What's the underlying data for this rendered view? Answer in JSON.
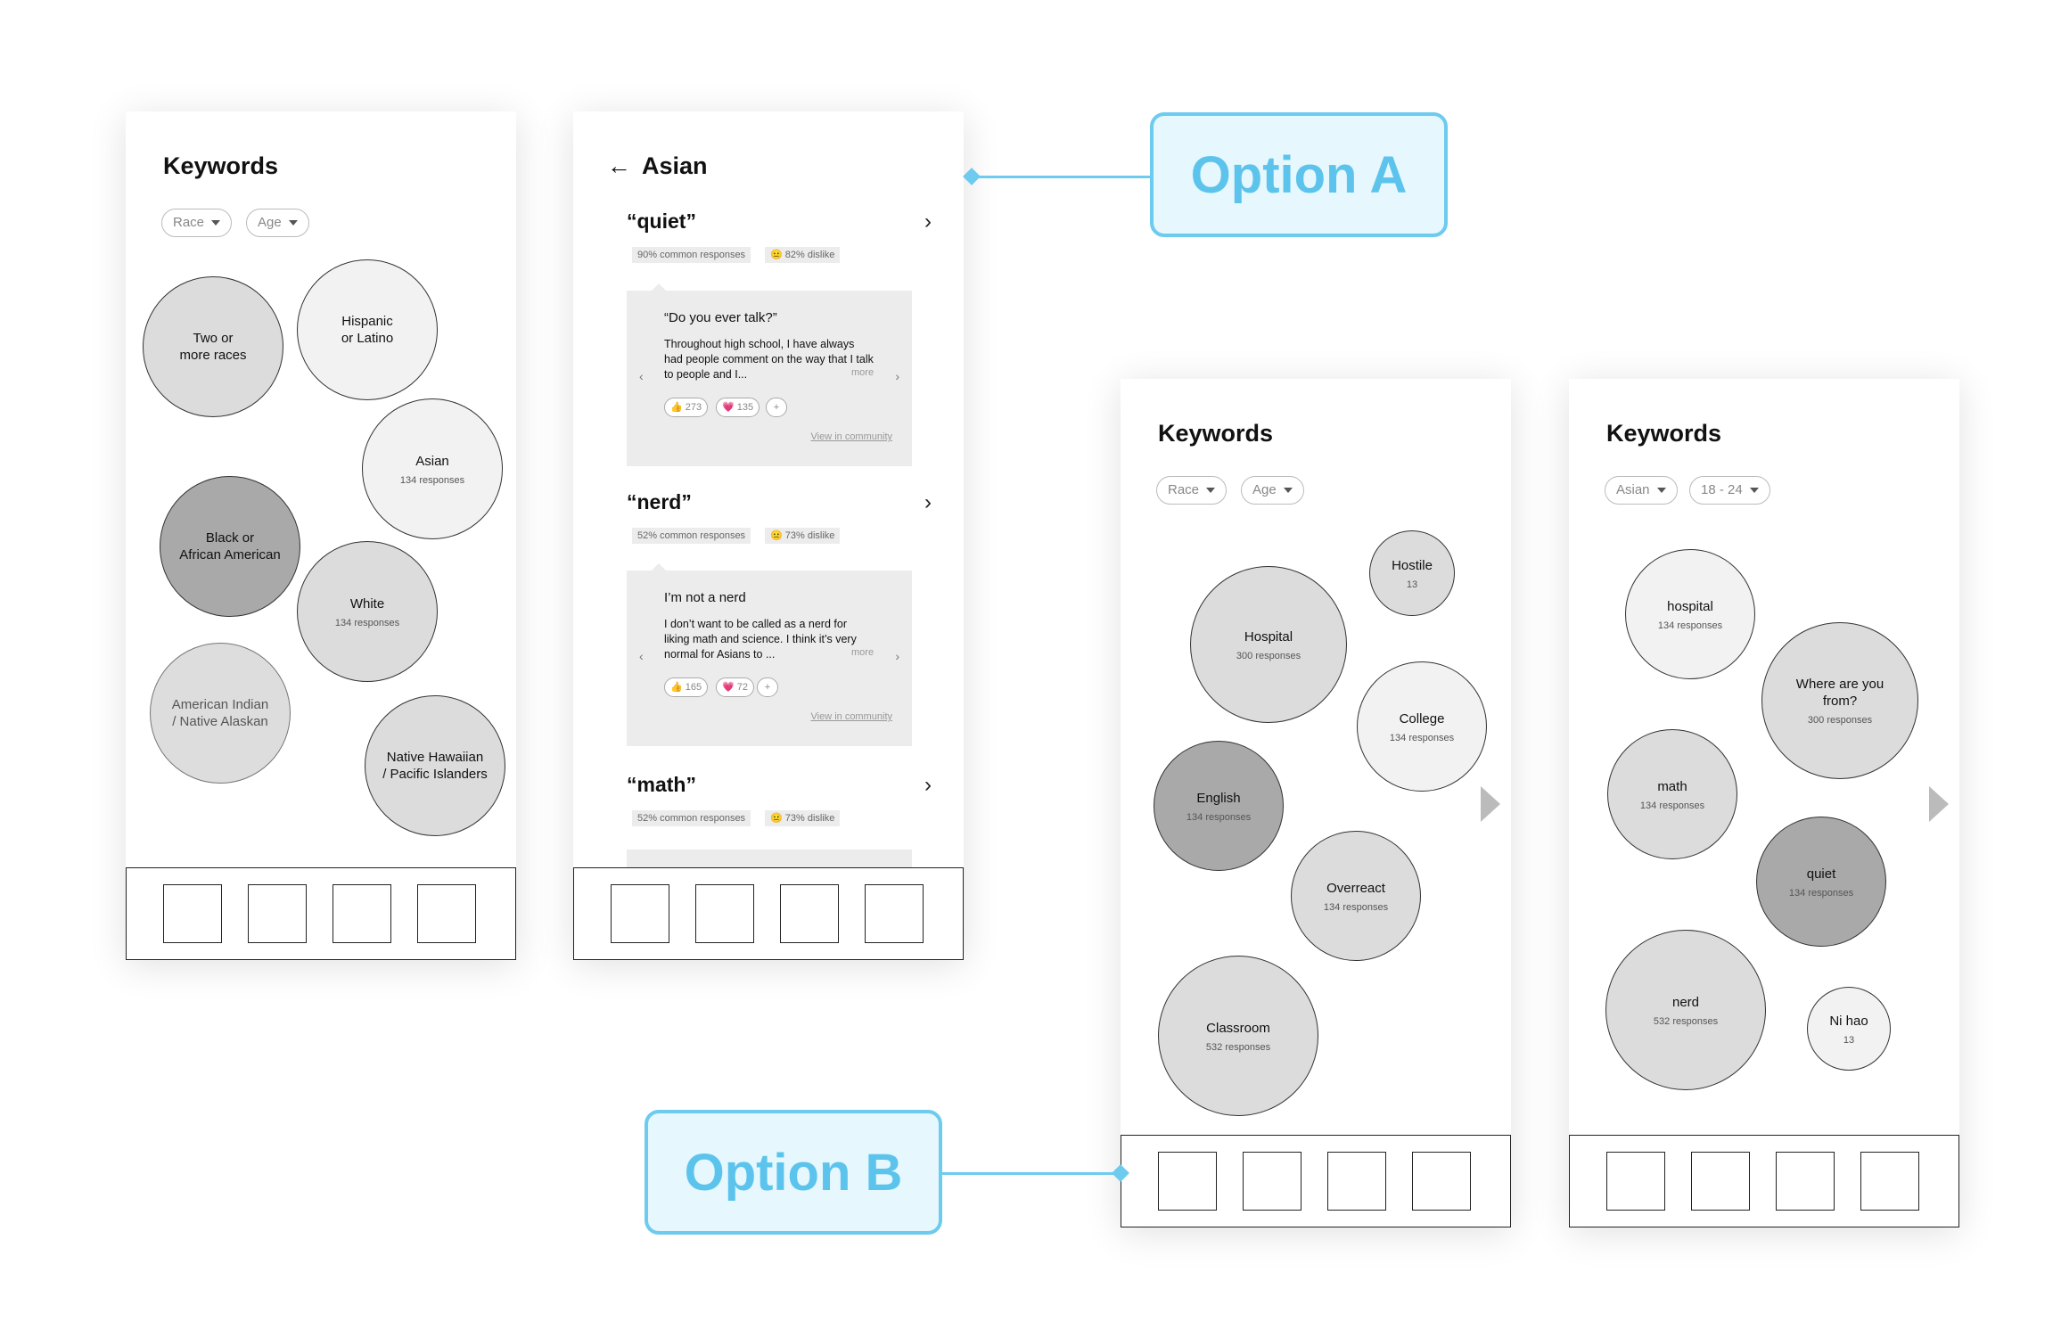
{
  "screen1": {
    "title": "Keywords",
    "filters": [
      "Race",
      "Age"
    ],
    "bubbles": [
      {
        "label": "Two or\nmore races",
        "sub": ""
      },
      {
        "label": "Hispanic\nor Latino",
        "sub": ""
      },
      {
        "label": "Asian",
        "sub": "134 responses"
      },
      {
        "label": "Black or\nAfrican American",
        "sub": ""
      },
      {
        "label": "White",
        "sub": "134 responses"
      },
      {
        "label": "American Indian\n/ Native Alaskan",
        "sub": ""
      },
      {
        "label": "Native Hawaiian\n/ Pacific Islanders",
        "sub": ""
      }
    ]
  },
  "screen2": {
    "back_label": "Asian",
    "keywords": [
      {
        "title": "“quiet”",
        "common": "90% common responses",
        "dislike": "82% dislike",
        "card": {
          "quote": "“Do you ever talk?”",
          "body": "Throughout high school, I have always had people comment on the way that I talk to people and I...",
          "more": "more",
          "likes": "273",
          "hearts": "135",
          "plus": "+",
          "view": "View in community"
        }
      },
      {
        "title": "“nerd”",
        "common": "52% common responses",
        "dislike": "73% dislike",
        "card": {
          "quote": "I’m not a nerd",
          "body": "I don’t want to be called as a nerd for liking math and science. I think it’s very normal for Asians to ...",
          "more": "more",
          "likes": "165",
          "hearts": "72",
          "plus": "+",
          "view": "View in community"
        }
      },
      {
        "title": "“math”",
        "common": "52% common responses",
        "dislike": "73% dislike"
      }
    ]
  },
  "screen3": {
    "title": "Keywords",
    "filters": [
      "Race",
      "Age"
    ],
    "bubbles": [
      {
        "label": "Hostile",
        "sub": "13"
      },
      {
        "label": "Hospital",
        "sub": "300 responses"
      },
      {
        "label": "College",
        "sub": "134 responses"
      },
      {
        "label": "English",
        "sub": "134 responses"
      },
      {
        "label": "Overreact",
        "sub": "134 responses"
      },
      {
        "label": "Classroom",
        "sub": "532 responses"
      }
    ]
  },
  "screen4": {
    "title": "Keywords",
    "filters": [
      "Asian",
      "18 - 24"
    ],
    "bubbles": [
      {
        "label": "hospital",
        "sub": "134 responses"
      },
      {
        "label": "Where are you\nfrom?",
        "sub": "300 responses"
      },
      {
        "label": "math",
        "sub": "134 responses"
      },
      {
        "label": "quiet",
        "sub": "134 responses"
      },
      {
        "label": "nerd",
        "sub": "532 responses"
      },
      {
        "label": "Ni hao",
        "sub": "13"
      }
    ]
  },
  "option_a": "Option A",
  "option_b": "Option B",
  "icons": [
    "back-arrow-icon",
    "chevron-right-icon",
    "caret-down-icon",
    "thumbs-up-icon",
    "heart-icon",
    "next-arrow-icon"
  ],
  "colors": {
    "accent": "#6ccbee",
    "accent_bg": "#e6f7fd"
  }
}
